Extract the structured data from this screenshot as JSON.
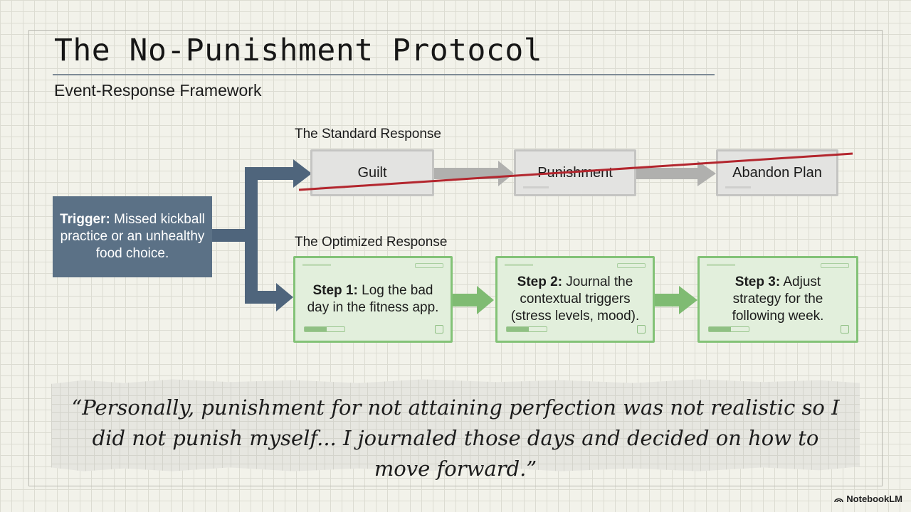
{
  "title": "The No-Punishment Protocol",
  "subtitle": "Event-Response Framework",
  "trigger": {
    "bold": "Trigger:",
    "text": " Missed kickball practice or an unhealthy food choice."
  },
  "standard_response": {
    "label": "The Standard Response",
    "steps": [
      "Guilt",
      "Punishment",
      "Abandon Plan"
    ]
  },
  "optimized_response": {
    "label": "The Optimized Response",
    "steps": [
      {
        "bold": "Step 1:",
        "text": " Log the bad day in the fitness app."
      },
      {
        "bold": "Step 2:",
        "text": " Journal the contextual triggers (stress levels, mood)."
      },
      {
        "bold": "Step 3:",
        "text": " Adjust strategy for the following week."
      }
    ]
  },
  "quote": "“Personally, punishment for not attaining perfection was not realistic so I did not punish myself... I journaled those days and decided on how to move forward.”",
  "brand": "NotebookLM",
  "colors": {
    "trigger_fill": "#5b7186",
    "connector": "#4f657c",
    "standard_box": "#e3e3e1",
    "standard_arrow": "#b0b0ae",
    "strike_line": "#b3262e",
    "optimized_fill": "#e2efdc",
    "optimized_border": "#83c277",
    "optimized_arrow": "#7fbb72"
  }
}
